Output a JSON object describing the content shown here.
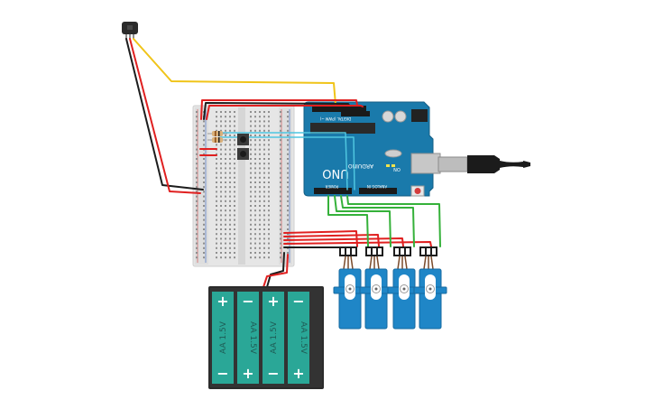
{
  "battery_pack": {
    "cells": [
      {
        "label": "AA 1.5V"
      },
      {
        "label": "AA 1.5V"
      },
      {
        "label": "AA 1.5V"
      },
      {
        "label": "AA 1.5V"
      }
    ],
    "plus_symbol": "+",
    "minus_symbol": "−"
  },
  "arduino": {
    "model_text": "UNO",
    "brand_text": "ARDUINO",
    "on_label": "ON",
    "pin_header_labels": [
      "DIGITAL (PWM ~)",
      "POWER",
      "ANALOG IN"
    ]
  },
  "colors": {
    "board": "#1a7aab",
    "board_edge": "#145f86",
    "breadboard": "#e6e6e6",
    "servo": "#1f86c7",
    "battery_cell": "#2aa797",
    "wire_red": "#e02020",
    "wire_black": "#1d1d1d",
    "wire_yellow": "#f0c419",
    "wire_green": "#35b13a",
    "wire_cyan": "#4fc6e0",
    "usb_cable": "#1b1b1b"
  },
  "icons": [
    "ir-receiver",
    "pushbutton",
    "resistor",
    "servo-motor",
    "usb-plug",
    "reset-button"
  ]
}
